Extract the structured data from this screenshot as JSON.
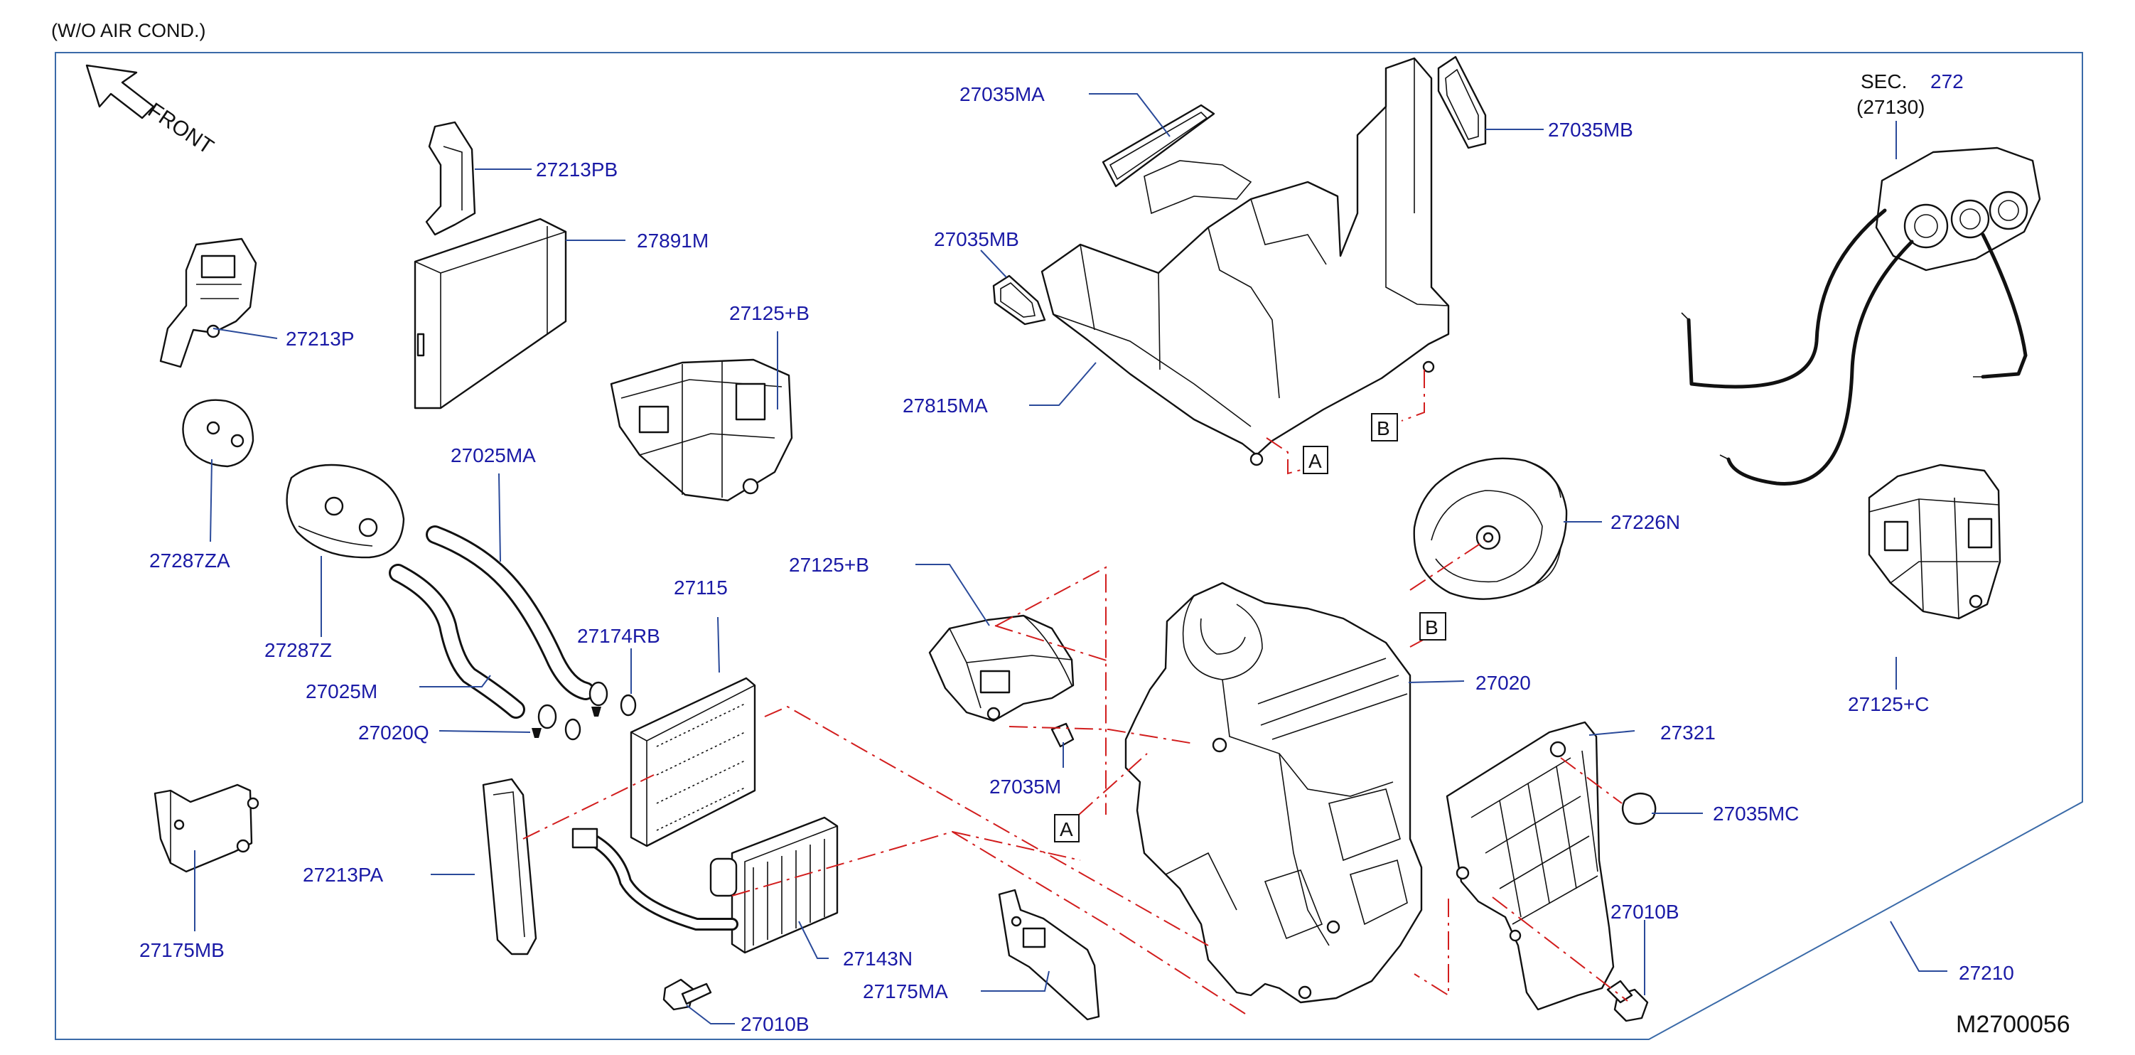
{
  "header": {
    "note": "(W/O   AIR   COND.)"
  },
  "front": {
    "label": "FRONT"
  },
  "sec": {
    "prefix": "SEC.",
    "number": "272",
    "sub": "(27130)"
  },
  "diagram_id": "M2700056",
  "ref_letters": {
    "a": "A",
    "b": "B"
  },
  "colors": {
    "label": "#1a1aa6",
    "frame": "#3a6aa8",
    "chain": "#d21d1d",
    "ink": "#111111"
  },
  "parts": {
    "p27213PB": "27213PB",
    "p27891M": "27891M",
    "p27213P": "27213P",
    "p27125B_top": "27125+B",
    "p27287ZA": "27287ZA",
    "p27287Z": "27287Z",
    "p27025MA": "27025MA",
    "p27025M": "27025M",
    "p27174RB": "27174RB",
    "p27020Q": "27020Q",
    "p27115": "27115",
    "p27213PA": "27213PA",
    "p27175MB": "27175MB",
    "p27143N": "27143N",
    "p27010B_left": "27010B",
    "p27175MA": "27175MA",
    "p27035MA": "27035MA",
    "p27035MB_top": "27035MB",
    "p27035MB_left": "27035MB",
    "p27815MA": "27815MA",
    "p27125B_mid": "27125+B",
    "p27035M": "27035M",
    "p27226N": "27226N",
    "p27020": "27020",
    "p27321": "27321",
    "p27035MC": "27035MC",
    "p27010B_right": "27010B",
    "p27210": "27210",
    "p27125C": "27125+C"
  }
}
